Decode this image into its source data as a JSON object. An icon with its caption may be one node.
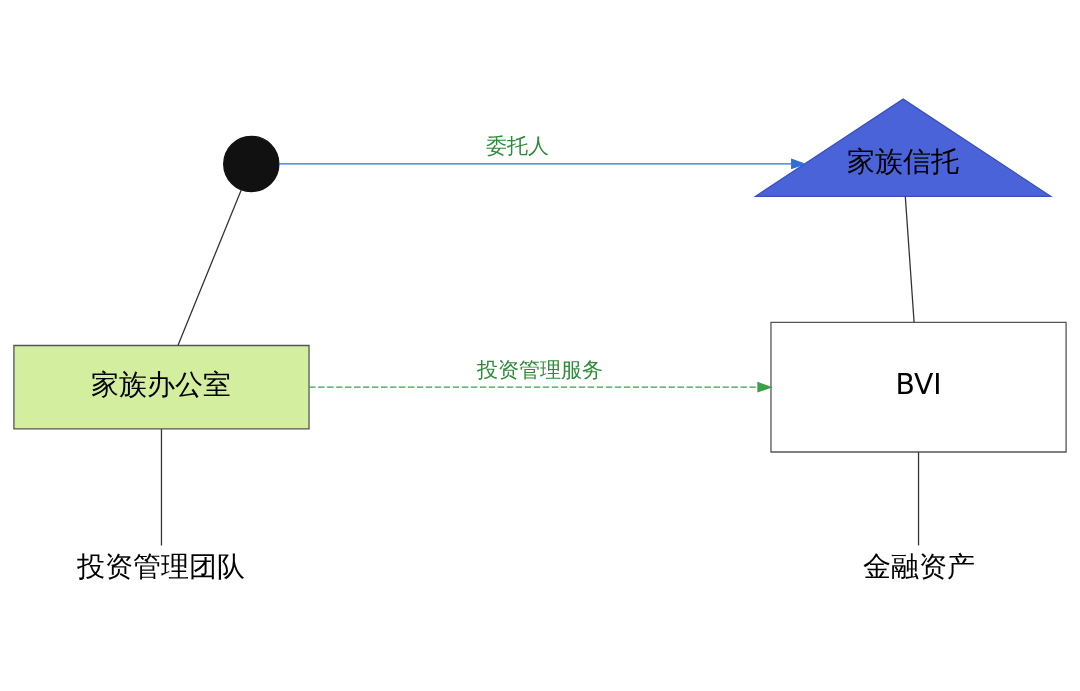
{
  "diagram": {
    "nodes": [
      {
        "text": [],
        "shape": "person"
      },
      {
        "text": [
          "家族信托"
        ]
      },
      {
        "text": [
          "家族办公室"
        ]
      },
      {
        "text": [
          "BVI"
        ]
      },
      {
        "text": [
          "投资管理团队"
        ]
      },
      {
        "text": [
          "金融资产"
        ]
      }
    ],
    "edges": [
      {
        "from": 0,
        "to": 1,
        "arrow": "to",
        "label": "委托人",
        "color": "#2f6fd6"
      },
      {
        "from": 0,
        "to": 2,
        "arrow": "none"
      },
      {
        "from": 2,
        "to": 3,
        "arrow": "to",
        "label": "投资管理服务",
        "style": "dashed",
        "color": "#3aa04a"
      },
      {
        "from": 1,
        "to": 3,
        "arrow": "none"
      },
      {
        "from": 2,
        "to": 4,
        "arrow": "none"
      },
      {
        "from": 3,
        "to": 5,
        "arrow": "none"
      }
    ]
  }
}
